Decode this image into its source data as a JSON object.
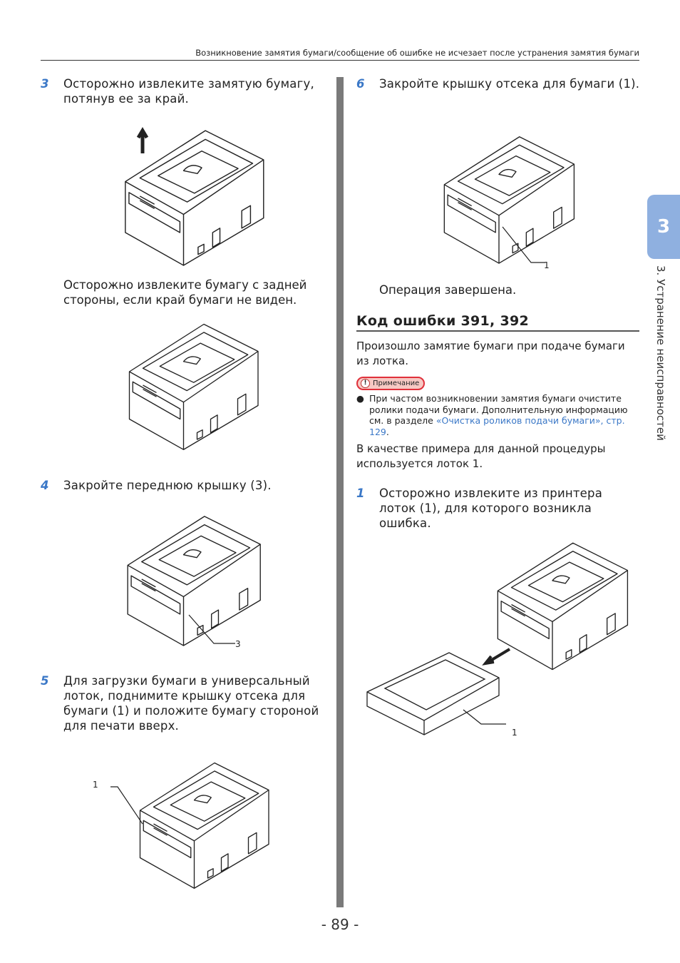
{
  "header": {
    "running_title": "Возникновение замятия бумаги/сообщение об ошибке не исчезает после устранения замятия бумаги"
  },
  "side_tab": {
    "chapter_number": "3",
    "chapter_title": "3.  Устранение неисправностей"
  },
  "left": {
    "step3": {
      "num": "3",
      "text": "Осторожно извлеките замятую бумагу, потянув ее за край."
    },
    "step3_note": "Осторожно извлеките бумагу с задней стороны, если край бумаги не виден.",
    "step4": {
      "num": "4",
      "text": "Закройте переднюю крышку (3).",
      "callout": "3"
    },
    "step5": {
      "num": "5",
      "text": "Для загрузки бумаги в универсальный лоток, поднимите крышку отсека для бумаги (1) и положите бумагу стороной для печати вверх.",
      "callout": "1"
    }
  },
  "right": {
    "step6": {
      "num": "6",
      "text": "Закройте крышку отсека для бумаги (1).",
      "callout": "1"
    },
    "done": "Операция завершена.",
    "section_title": "Код ошибки 391, 392",
    "intro": "Произошло замятие бумаги при подаче бумаги из лотка.",
    "note": {
      "label": "Примечание",
      "bullet_text": "При частом возникновении замятия бумаги очистите ролики подачи бумаги. Дополнительную информацию см. в разделе ",
      "link": "«Очистка роликов подачи бумаги», стр. 129",
      "end": "."
    },
    "example": "В качестве примера для данной процедуры используется лоток 1.",
    "step1": {
      "num": "1",
      "text": "Осторожно извлеките из принтера лоток (1), для которого возникла ошибка.",
      "callout": "1"
    }
  },
  "footer": {
    "page_number": "- 89 -"
  },
  "colors": {
    "accent": "#3b78c7",
    "tab": "#8fb0e0",
    "note_border": "#e0303a"
  }
}
